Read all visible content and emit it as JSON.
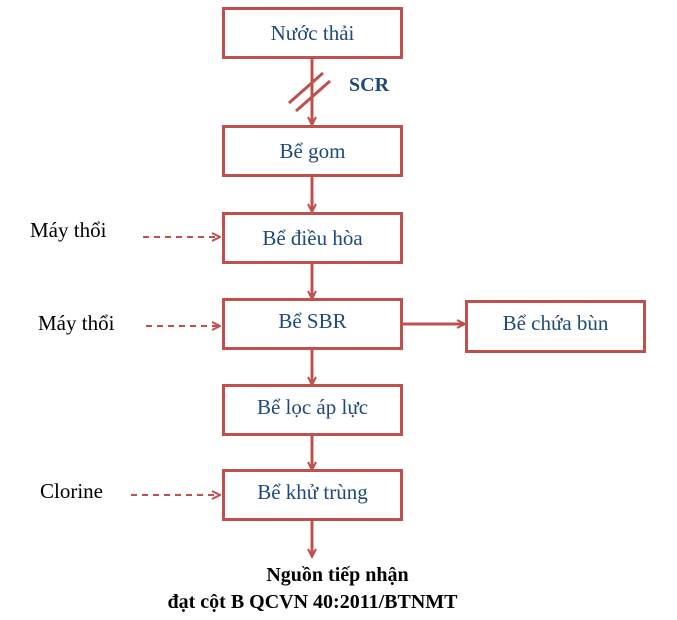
{
  "diagram": {
    "colors": {
      "box_border": "#c0504d",
      "arrow": "#c0504d",
      "box_text": "#1f497d",
      "label_text": "#000000"
    },
    "nodes": {
      "nuoc_thai": "Nước thải",
      "be_gom": "Bể gom",
      "be_dieu_hoa": "Bể điều hòa",
      "be_sbr": "Bể SBR",
      "be_chua_bun": "Bể chứa bùn",
      "be_loc_ap_luc": "Bể lọc áp lực",
      "be_khu_trung": "Bể khử trùng"
    },
    "inputs": {
      "may_thoi_1": "Máy thổi",
      "may_thoi_2": "Máy thổi",
      "clorine": "Clorine"
    },
    "screen_label": "SCR",
    "output": {
      "line1": "Nguồn tiếp nhận",
      "line2": "đạt cột B QCVN 40:2011/BTNMT"
    }
  }
}
